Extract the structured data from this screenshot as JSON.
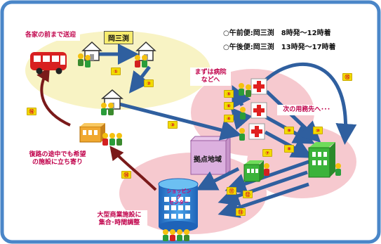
{
  "schedule": {
    "morning": "○午前便:岡三渕　8時発～12時着",
    "afternoon": "○午後便:岡三渕　13時発～17時着"
  },
  "labels": {
    "area": "岡三渕",
    "pickup": "各家の前まで送迎",
    "hospital_first": "まずは病院\nなどへ",
    "next_errand": "次の用務先へ･･･",
    "hub": "拠点地域",
    "shopping": "ショッピング\nセンター",
    "return_trip": "復路の途中でも希望\nの施設に立ち寄り",
    "large_facility": "大型商業施設に\n集合･時間調整"
  },
  "steps": [
    "①",
    "②",
    "③",
    "④",
    "⑤",
    "⑥",
    "⑦",
    "⑧",
    "⑨",
    "⑩",
    "⑪",
    "⑫",
    "⑬",
    "⑭",
    "⑮",
    "⑯"
  ],
  "colors": {
    "frame": "#4a86c8",
    "yellow_area": "#f8f3c4",
    "pink_area": "#f6c9cf",
    "blue_arrow": "#2f5f9f",
    "dark_red_arrow": "#7a1a1a",
    "bus": "#d82020",
    "note_text": "#c0004a"
  }
}
